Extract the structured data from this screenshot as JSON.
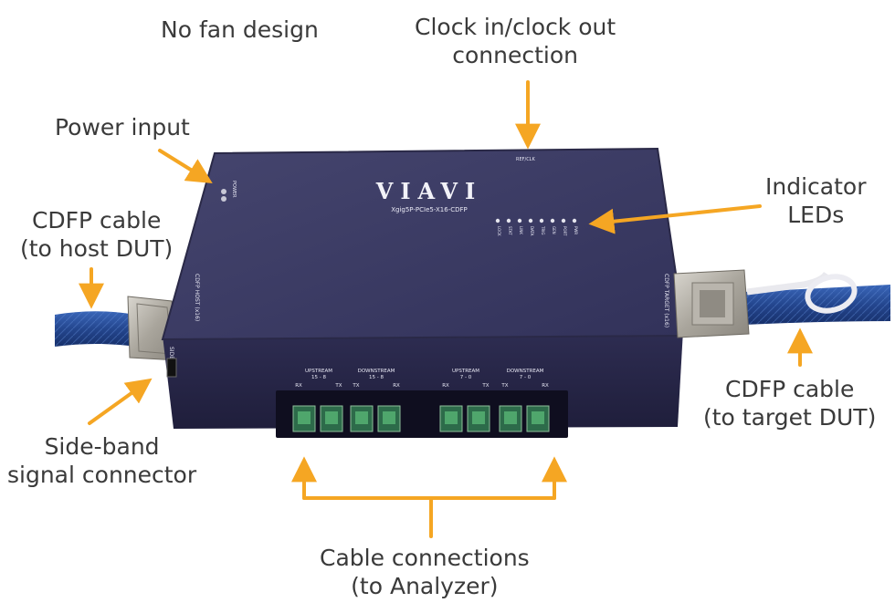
{
  "labels": {
    "no_fan": "No fan design",
    "clock_line1": "Clock in/clock out",
    "clock_line2": "connection",
    "power": "Power input",
    "cdfp_host_line1": "CDFP cable",
    "cdfp_host_line2": "(to host DUT)",
    "indicator_line1": "Indicator",
    "indicator_line2": "LEDs",
    "cdfp_target_line1": "CDFP cable",
    "cdfp_target_line2": "(to target DUT)",
    "sideband_line1": "Side-band",
    "sideband_line2": "signal connector",
    "cable_conn_line1": "Cable connections",
    "cable_conn_line2": "(to Analyzer)"
  },
  "device": {
    "brand": "VIAVI",
    "model": "Xgig5P-PCIe5-X16-CDFP",
    "power_label": "POWER",
    "host_port_label": "CDFP HOST (x16)",
    "target_port_label": "CDFP TARGET (x16)",
    "side_band_label": "SIDE BAND",
    "clock_label": "REF/CLK",
    "port_groups": [
      {
        "title": "UPSTREAM",
        "range": "15 - 8",
        "left": "RX",
        "right": "TX"
      },
      {
        "title": "DOWNSTREAM",
        "range": "15 - 8",
        "left": "TX",
        "right": "RX"
      },
      {
        "title": "UPSTREAM",
        "range": "7 - 0",
        "left": "RX",
        "right": "TX"
      },
      {
        "title": "DOWNSTREAM",
        "range": "7 - 0",
        "left": "TX",
        "right": "RX"
      }
    ],
    "led_labels": [
      "LOCK",
      "STAT",
      "LINK",
      "DATA",
      "TRIG",
      "GEN",
      "PORT",
      "PWR"
    ]
  },
  "colors": {
    "arrow": "#f5a623",
    "device_body": "#3b3a63",
    "cable": "#2a4f9a"
  }
}
